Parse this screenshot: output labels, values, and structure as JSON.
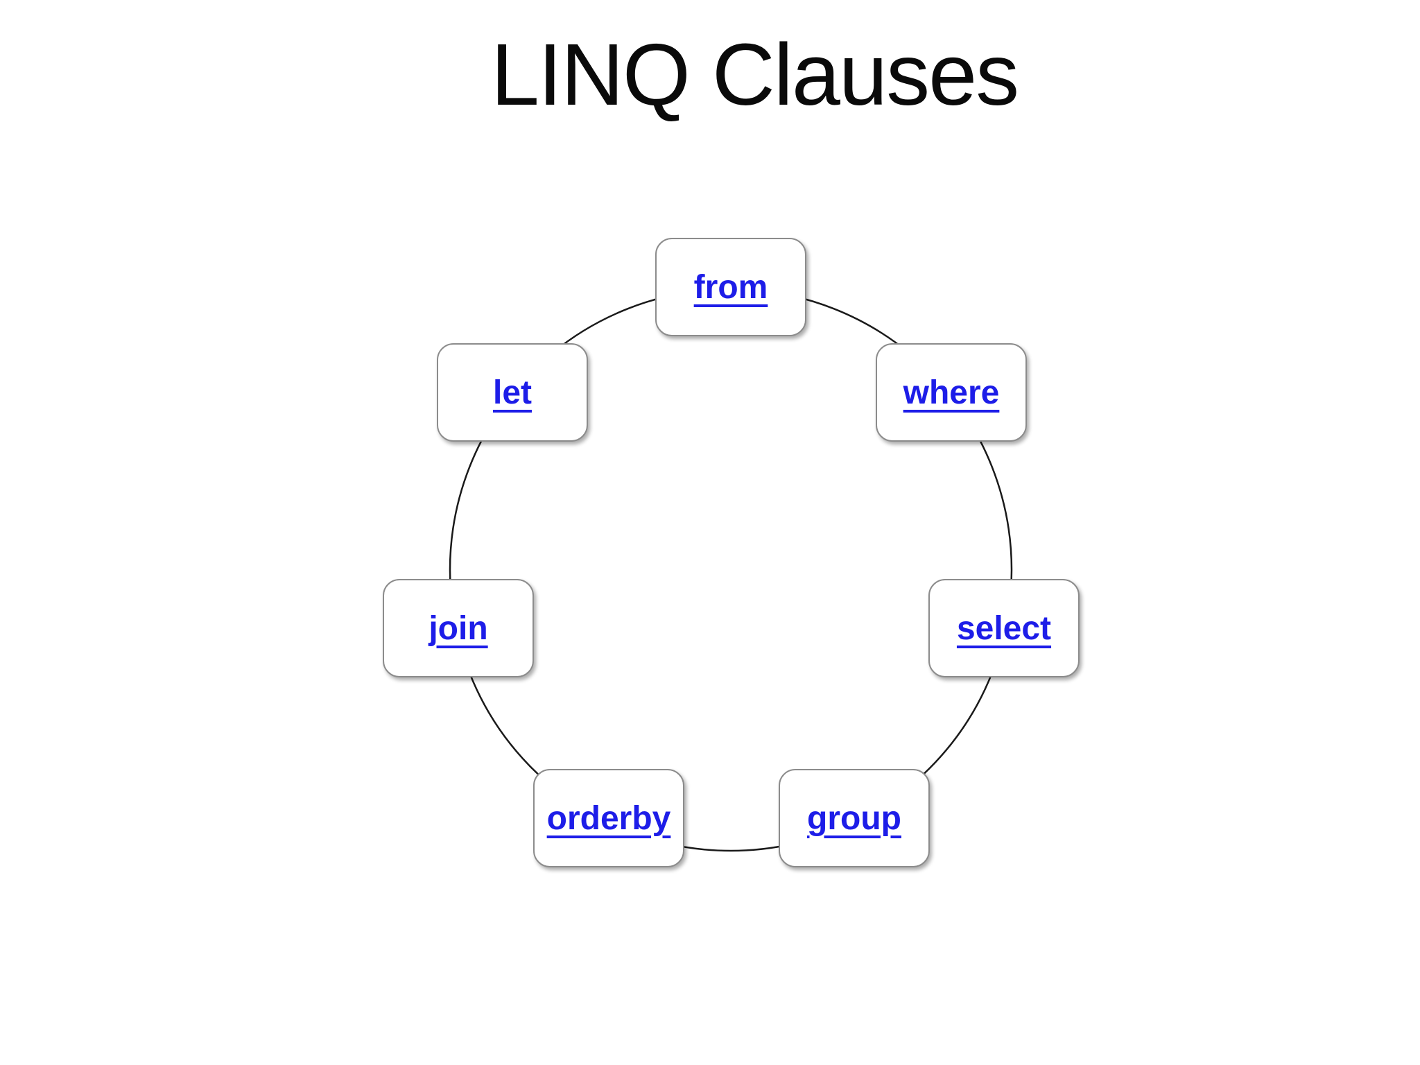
{
  "title": "LINQ Clauses",
  "diagram": {
    "type": "cycle",
    "nodes": [
      {
        "id": "from",
        "label": "from"
      },
      {
        "id": "where",
        "label": "where"
      },
      {
        "id": "select",
        "label": "select"
      },
      {
        "id": "group",
        "label": "group"
      },
      {
        "id": "orderby",
        "label": "orderby"
      },
      {
        "id": "join",
        "label": "join"
      },
      {
        "id": "let",
        "label": "let"
      }
    ],
    "colors": {
      "link_blue": "#1d1de8",
      "box_border": "#8c8c8c",
      "box_fill": "#ffffff",
      "circle_stroke": "#1a1a1a",
      "title_text": "#0a0a0a",
      "background": "#ffffff"
    }
  }
}
